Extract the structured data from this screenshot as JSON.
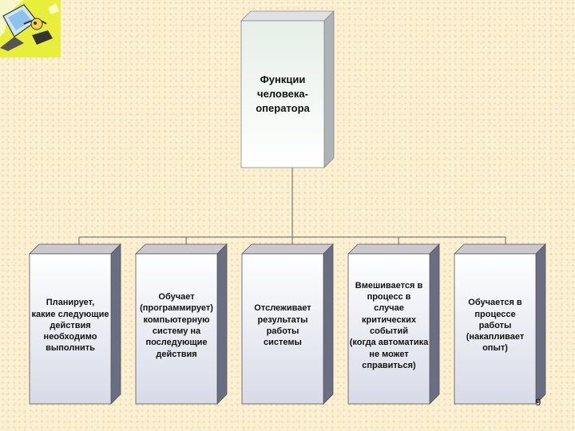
{
  "diagram": {
    "root": {
      "label": "Функции\nчеловека-\nоператора"
    },
    "children": [
      {
        "label": "Планирует,\nкакие следующие\nдействия\nнеобходимо\nвыполнить"
      },
      {
        "label": "Обучает\n(программирует)\nкомпьютерную\nсистему на\nпоследующие\nдействия"
      },
      {
        "label": "Отслеживает\nрезультаты\nработы\nсистемы"
      },
      {
        "label": "Вмешивается в\nпроцесс в\nслучае\nкритических\nсобытий\n(когда автоматика\nне может\nсправиться)"
      },
      {
        "label": "Обучается в\nпроцессе\nработы\n(накапливает\nопыт)"
      }
    ]
  },
  "slide": {
    "page_number": "9"
  },
  "colors": {
    "background": "#fbf0d2",
    "child_top_face": "#c9c9cf",
    "child_side_face": "#6a6e82",
    "child_front_from": "#ffffff",
    "child_front_to": "#d8dbe8",
    "root_front_from": "#e9f2ec",
    "root_front_to": "#ffffff",
    "connector": "#666666"
  },
  "icons": {
    "corner_logo": "monitor-logo-icon"
  }
}
